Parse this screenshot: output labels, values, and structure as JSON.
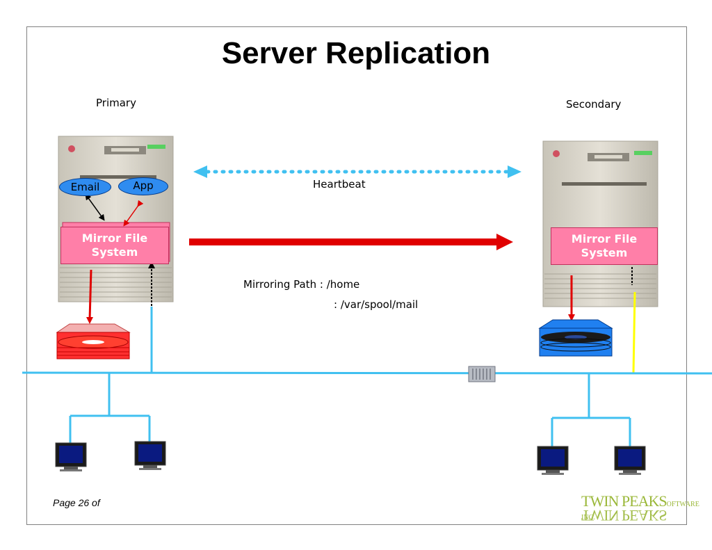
{
  "title": "Server Replication",
  "primary": {
    "label": "Primary",
    "apps": [
      "Email",
      "App"
    ],
    "mirror_fs": [
      "Mirror File",
      "System"
    ]
  },
  "secondary": {
    "label": "Secondary",
    "mirror_fs": [
      "Mirror File",
      "System"
    ]
  },
  "heartbeat_label": "Heartbeat",
  "mirroring_path": {
    "label": "Mirroring Path : /home",
    "second": ": /var/spool/mail"
  },
  "footer": {
    "page": "Page 26 of",
    "logo_main": "TWIN PEAKS",
    "logo_suffix": "OFTWARE INC."
  },
  "colors": {
    "network": "#40c0f0",
    "red_arrow": "#e00000",
    "heartbeat": "#40c0f0",
    "mirror_fs": "#ff7fa8",
    "primary_disk": "#ff3030",
    "secondary_disk": "#2080f0",
    "yellow_line": "#ffff00",
    "logo": "#9bb83a"
  }
}
